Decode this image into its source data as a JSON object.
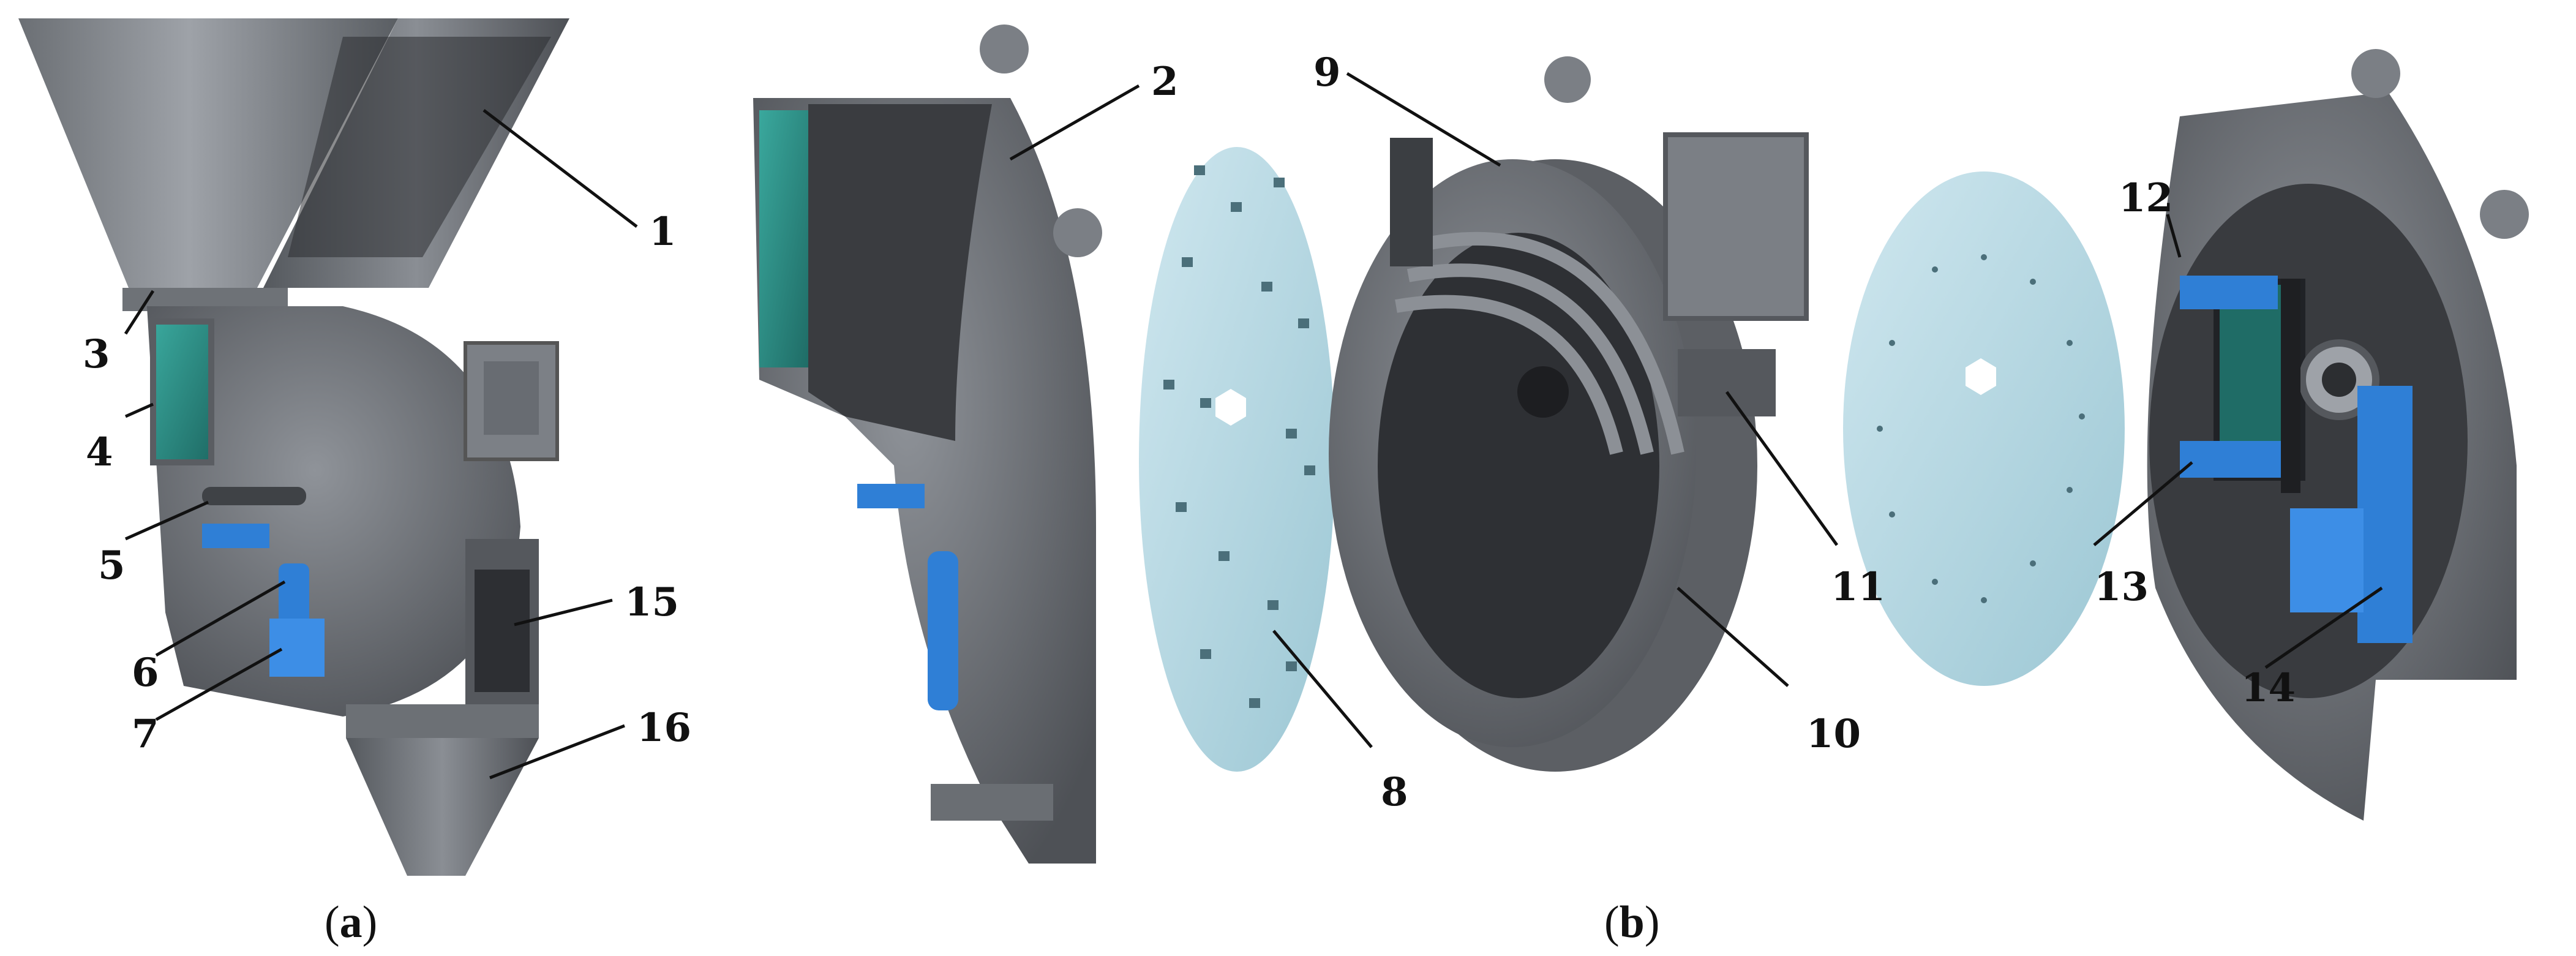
{
  "figure": {
    "panels": [
      {
        "id": "a",
        "caption_open": "(",
        "caption_letter": "a",
        "caption_close": ")"
      },
      {
        "id": "b",
        "caption_open": "(",
        "caption_letter": "b",
        "caption_close": ")"
      }
    ],
    "callouts": [
      {
        "id": "1",
        "label": "1"
      },
      {
        "id": "2",
        "label": "2"
      },
      {
        "id": "3",
        "label": "3"
      },
      {
        "id": "4",
        "label": "4"
      },
      {
        "id": "5",
        "label": "5"
      },
      {
        "id": "6",
        "label": "6"
      },
      {
        "id": "7",
        "label": "7"
      },
      {
        "id": "8",
        "label": "8"
      },
      {
        "id": "9",
        "label": "9"
      },
      {
        "id": "10",
        "label": "10"
      },
      {
        "id": "11",
        "label": "11"
      },
      {
        "id": "12",
        "label": "12"
      },
      {
        "id": "13",
        "label": "13"
      },
      {
        "id": "14",
        "label": "14"
      },
      {
        "id": "15",
        "label": "15"
      },
      {
        "id": "16",
        "label": "16"
      }
    ],
    "colors": {
      "metal_dark": "#4a4d52",
      "metal_mid": "#767a80",
      "metal_light": "#a9adb3",
      "glass_teal": "#2f8f86",
      "accent_blue": "#2f7fd6",
      "disc_blue": "#b9dbe6"
    }
  }
}
